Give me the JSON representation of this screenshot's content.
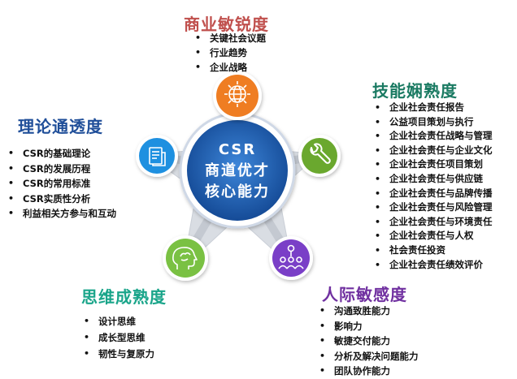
{
  "center": {
    "line1": "CSR",
    "line2": "商道优才",
    "line3": "核心能力"
  },
  "sections": {
    "business": {
      "title": "商业敏锐度",
      "color": "#c0504d",
      "icon": "globe-icon",
      "items": [
        "关键社会议题",
        "行业趋势",
        "企业战略"
      ]
    },
    "skills": {
      "title": "技能娴熟度",
      "color": "#1a7a62",
      "icon": "wrench-icon",
      "items": [
        "企业社会责任报告",
        "公益项目策划与执行",
        "企业社会责任战略与管理",
        "企业社会责任与企业文化",
        "企业社会责任项目策划",
        "企业社会责任与供应链",
        "企业社会责任与品牌传播",
        "企业社会责任与风险管理",
        "企业社会责任与环境责任",
        "企业社会责任与人权",
        "社会责任投资",
        "企业社会责任绩效评价"
      ]
    },
    "interpersonal": {
      "title": "人际敏感度",
      "color": "#7030a0",
      "icon": "people-network-icon",
      "items": [
        "沟通致胜能力",
        "影响力",
        "敏捷交付能力",
        "分析及解决问题能力",
        "团队协作能力"
      ]
    },
    "thinking": {
      "title": "思维成熟度",
      "color": "#1aa58a",
      "icon": "brain-head-icon",
      "items": [
        "设计思维",
        "成长型思维",
        "韧性与复原力"
      ]
    },
    "theory": {
      "title": "理论通透度",
      "color": "#1f4e99",
      "icon": "document-icon",
      "items": [
        "CSR的基础理论",
        "CSR的发展历程",
        "CSR的常用标准",
        "CSR实质性分析",
        "利益相关方参与和互动"
      ]
    }
  },
  "colors": {
    "hub": "#1f5fb5",
    "hub_ring": "#cfd8e6",
    "star": "#d9dde3",
    "business_icon": "#ef7d22",
    "skills_icon": "#6aa82e",
    "interpersonal_icon": "#7a3fc7",
    "thinking_icon": "#7ac143",
    "theory_icon": "#1e90e0"
  }
}
